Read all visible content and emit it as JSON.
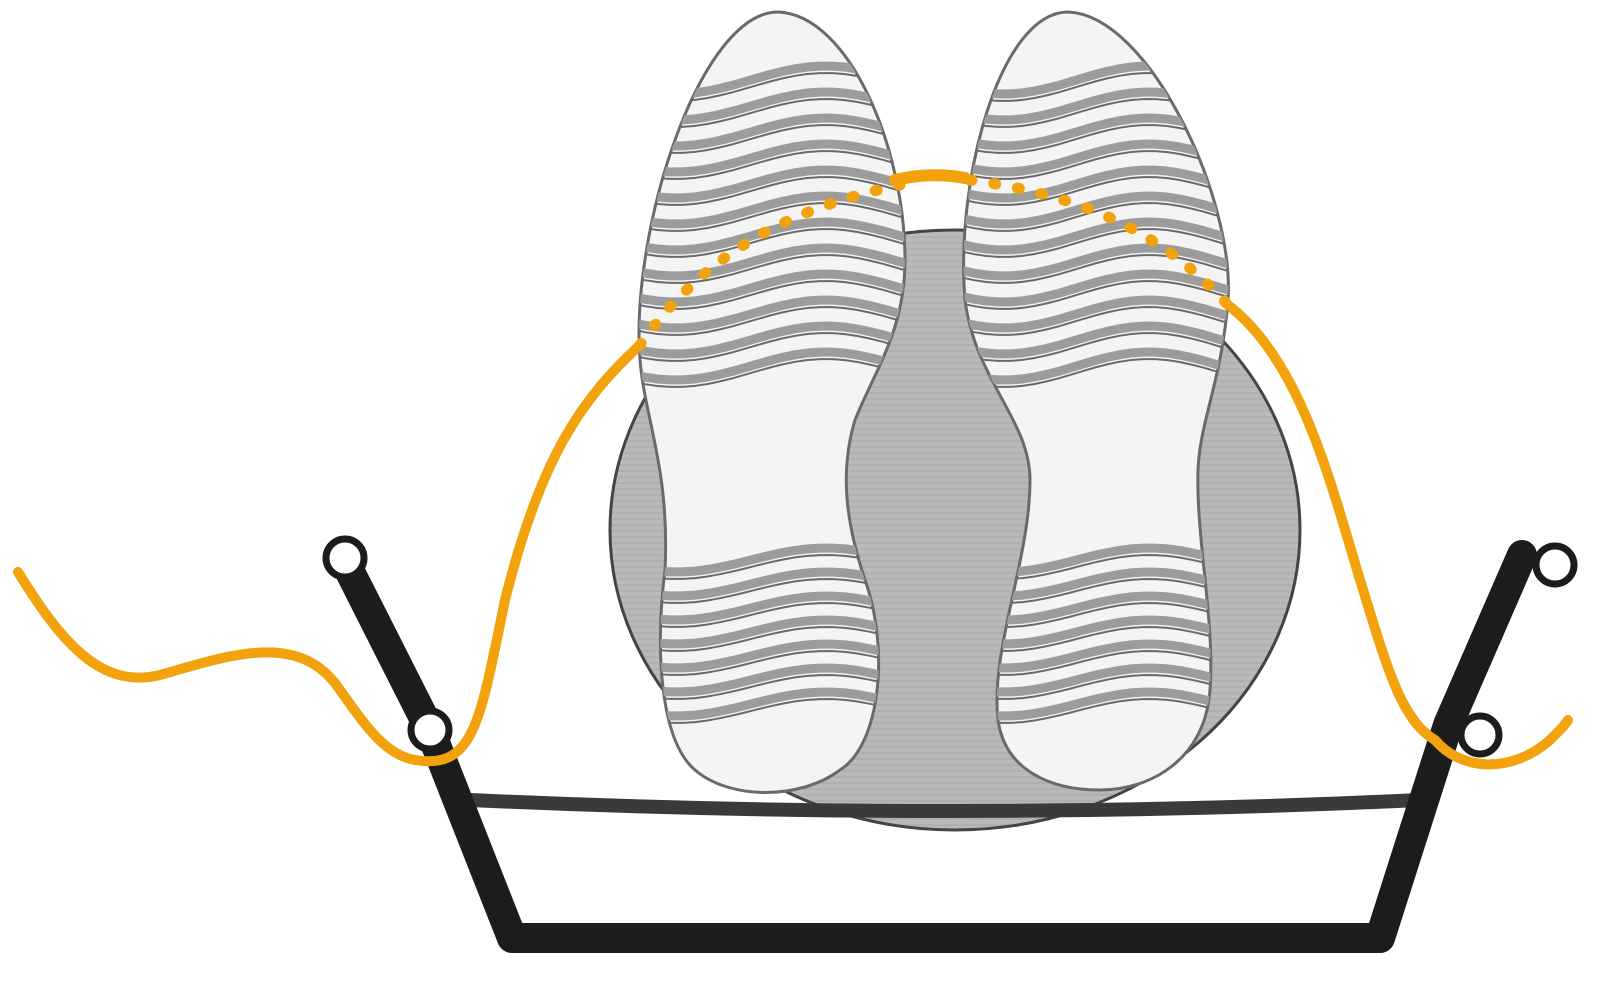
{
  "illustration": {
    "colors": {
      "cord": "#f2a20c",
      "frame": "#1c1c1c",
      "bar": "#3a3a3a",
      "disc": "#b9b9b9",
      "disc_outline": "#444444",
      "sole": "#f4f4f4",
      "tread_band": "#9c9c9c",
      "sole_outline": "#6a6a6a",
      "pivot_fill": "#ffffff",
      "background": "#ffffff"
    },
    "parts": [
      "frame",
      "crossbar",
      "disc",
      "left-sole",
      "right-sole",
      "elastic-cord",
      "pivots"
    ]
  }
}
